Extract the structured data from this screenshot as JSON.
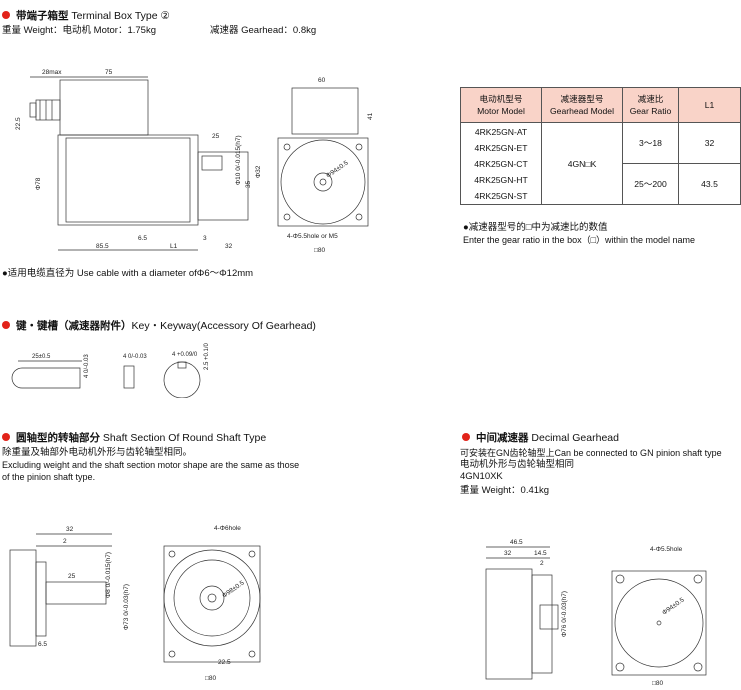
{
  "terminal_box": {
    "title_cn": "带端子箱型",
    "title_en": "Terminal Box Type ②",
    "weight_motor": "重量 Weight：电动机 Motor：1.75kg",
    "weight_gearhead": "减速器 Gearhead：0.8kg",
    "cable_note": "●适用电缆直径为 Use cable with a diameter ofΦ6～Φ12mm",
    "dims": {
      "d28max": "28max",
      "d75": "75",
      "d60": "60",
      "d22_5": "22.5",
      "d41": "41",
      "d25": "25",
      "d10": "Φ10 0/-0.015(h7)",
      "d78": "Φ78",
      "d32": "Φ32",
      "d35": "35",
      "d85_5": "85.5",
      "d6_5": "6.5",
      "dL1": "L1",
      "d3": "3",
      "d32b": "32",
      "d94": "Φ94±0.5",
      "hole": "4-Φ5.5hole or M5",
      "sq80": "□80"
    }
  },
  "spec_table": {
    "headers": [
      {
        "cn": "电动机型号",
        "en": "Motor Model"
      },
      {
        "cn": "减速器型号",
        "en": "Gearhead Model"
      },
      {
        "cn": "减速比",
        "en": "Gear Ratio"
      },
      {
        "cn": "L1",
        "en": ""
      }
    ],
    "motor_models": [
      "4RK25GN-AT",
      "4RK25GN-ET",
      "4RK25GN-CT",
      "4RK25GN-HT",
      "4RK25GN-ST"
    ],
    "gearhead_model": "4GN□K",
    "ratio1": "3～18",
    "l1_1": "32",
    "ratio2": "25～200",
    "l1_2": "43.5",
    "note_cn": "●减速器型号的□中为减速比的数值",
    "note_en": "Enter the gear ratio in the box（□）within the model name"
  },
  "key_section": {
    "title_cn": "键・键槽（减速器附件）",
    "title_en": "Key・Keyway(Accessory Of Gearhead)",
    "d25": "25±0.5",
    "d4a": "4 0/-0.03",
    "d4b": "4 0/-0.03",
    "d4c": "4 +0.09/0",
    "d2_5": "2.5 +0.1/0"
  },
  "round_shaft": {
    "title_cn": "圆轴型的转轴部分",
    "title_en": "Shaft Section Of Round Shaft Type",
    "line1": "除重量及轴部外电动机外形与齿轮轴型相同。",
    "line2": "Excluding weight and the shaft section motor shape are the same as those",
    "line3": "of the pinion shaft type.",
    "dims": {
      "d32": "32",
      "d2": "2",
      "d25": "25",
      "d8": "Φ8 0/-0.015(h7)",
      "d73": "Φ73 0/-0.03(h7)",
      "d6_5": "6.5",
      "hole": "4-Φ6hole",
      "d98": "Φ98±0.5",
      "d22_5": "22.5",
      "sq80": "□80"
    }
  },
  "decimal_gearhead": {
    "title_cn": "中间减速器",
    "title_en": "Decimal Gearhead",
    "line1": "可安装在GN齿轮轴型上Can be connected to GN pinion shaft type",
    "line2": "电动机外形与齿轮轴型相同",
    "model": "4GN10XK",
    "weight": "重量 Weight：0.41kg",
    "dims": {
      "d46_5": "46.5",
      "d32": "32",
      "d14_5": "14.5",
      "d2": "2",
      "d76": "Φ76 0/-0.03(h7)",
      "hole": "4-Φ5.5hole",
      "d94": "Φ94±0.5",
      "sq80": "□80"
    }
  }
}
